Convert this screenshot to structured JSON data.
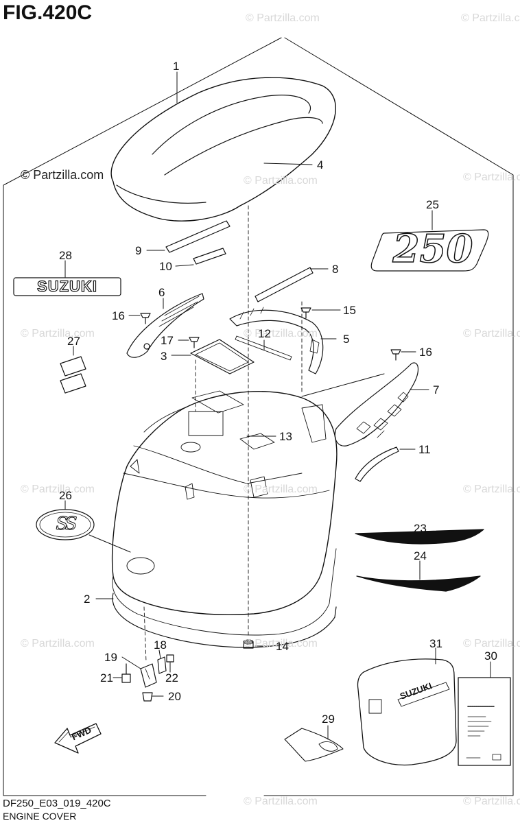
{
  "figure": {
    "title": "FIG.420C",
    "code": "DF250_E03_019_420C",
    "name": "ENGINE COVER"
  },
  "watermark": {
    "text": "© Partzilla.com"
  },
  "decals": {
    "model_number": "250",
    "brand": "SUZUKI",
    "ss_badge": "SS",
    "fwd_arrow": "FWD"
  },
  "callouts": {
    "c1": "1",
    "c2": "2",
    "c3": "3",
    "c4": "4",
    "c5": "5",
    "c6": "6",
    "c7": "7",
    "c8": "8",
    "c9": "9",
    "c10": "10",
    "c11": "11",
    "c12": "12",
    "c13": "13",
    "c14": "14",
    "c15": "15",
    "c16a": "16",
    "c16b": "16",
    "c17": "17",
    "c18": "18",
    "c19": "19",
    "c20": "20",
    "c21": "21",
    "c22": "22",
    "c23": "23",
    "c24": "24",
    "c25": "25",
    "c26": "26",
    "c27": "27",
    "c28": "28",
    "c29": "29",
    "c30": "30",
    "c31": "31"
  }
}
